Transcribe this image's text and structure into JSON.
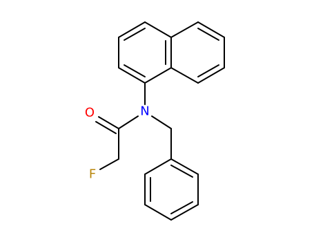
{
  "molecule": {
    "atoms": [
      {
        "id": "N",
        "symbol": "N",
        "color": "#0000ff"
      },
      {
        "id": "O",
        "symbol": "O",
        "color": "#ff0000"
      },
      {
        "id": "F",
        "symbol": "F",
        "color": "#b8860b"
      }
    ]
  },
  "colors": {
    "bond": "#000000",
    "nitrogen": "#0000ff",
    "oxygen": "#ff0000",
    "fluorine": "#b8860b"
  }
}
